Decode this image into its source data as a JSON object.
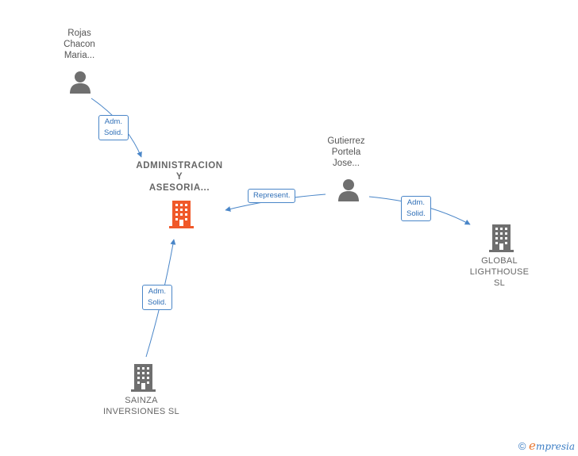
{
  "nodes": {
    "rojas": {
      "label": "Rojas\nChacon\nMaria..."
    },
    "gutierrez": {
      "label": "Gutierrez\nPortela\nJose..."
    },
    "admin": {
      "label": "ADMINISTRACION\nY\nASESORIA..."
    },
    "global": {
      "label": "GLOBAL\nLIGHTHOUSE\nSL"
    },
    "sainza": {
      "label": "SAINZA\nINVERSIONES SL"
    }
  },
  "edges": {
    "rojas_admin": "Adm.\nSolid.",
    "gutierrez_admin": "Represent.",
    "gutierrez_global": "Adm.\nSolid.",
    "sainza_admin": "Adm.\nSolid."
  },
  "footer": {
    "copyright": "©",
    "brand_initial": "e",
    "brand_rest": "mpresia"
  },
  "colors": {
    "edge": "#4a86c8",
    "focus_company": "#f0592a",
    "company": "#6f6f6f",
    "person": "#6f6f6f"
  }
}
